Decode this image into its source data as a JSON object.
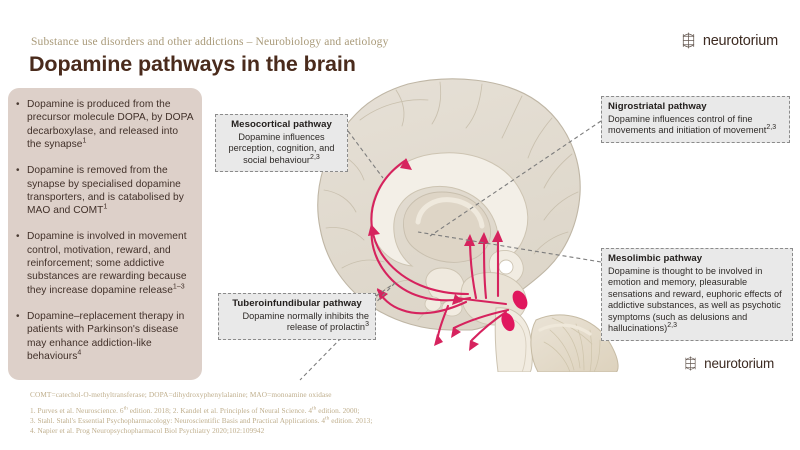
{
  "header": {
    "eyebrow": "Substance use disorders and other addictions – Neurobiology and aetiology",
    "title": "Dopamine pathways in the brain"
  },
  "brand": {
    "name": "neurotorium",
    "mark_icon": "neuron-tree-icon"
  },
  "side_panel": {
    "bullets": [
      {
        "text": "Dopamine is produced from the precursor molecule DOPA, by DOPA decarboxylase, and released into the synapse",
        "sup": "1"
      },
      {
        "text": "Dopamine is removed from the synapse by specialised dopamine transporters, and is catabolised by MAO and COMT",
        "sup": "1"
      },
      {
        "text": "Dopamine is involved in movement control, motivation, reward, and reinforcement; some addictive substances are rewarding because they increase dopamine release",
        "sup": "1–3"
      },
      {
        "text": "Dopamine–replacement therapy in patients with Parkinson's disease may enhance addiction-like behaviours",
        "sup": "4"
      }
    ]
  },
  "callouts": {
    "mesocortical": {
      "title": "Mesocortical pathway",
      "body": "Dopamine influences perception, cognition, and social behaviour",
      "sup": "2,3"
    },
    "nigrostriatal": {
      "title": "Nigrostriatal pathway",
      "body": "Dopamine influences control of fine movements and initiation of movement",
      "sup": "2,3"
    },
    "mesolimbic": {
      "title": "Mesolimbic pathway",
      "body": "Dopamine is thought to be involved in emotion and memory, pleasurable sensations and reward, euphoric effects of addictive substances, as well as psychotic symptoms (such as delusions and hallucinations)",
      "sup": "2,3"
    },
    "tuberoinfundibular": {
      "title": "Tuberoinfundibular pathway",
      "body": "Dopamine normally inhibits the release of prolactin",
      "sup": "3"
    }
  },
  "footer": {
    "abbreviations": "COMT=catechol-O-methyltransferase; DOPA=dihydroxyphenylalanine; MAO=monoamine oxidase",
    "references": [
      {
        "pre": "1. Purves et al. Neuroscience. 6",
        "sup": "th",
        "post": " edition. 2018; 2. Kandel et al. Principles of Neural Science. 4",
        "sup2": "th",
        "post2": " edition. 2000;"
      },
      {
        "pre": "3. Stahl. Stahl's Essential Psychopharmacology: Neuroscientific Basis and Practical Applications. 4",
        "sup": "th",
        "post": " edition. 2013;"
      },
      {
        "pre": "4. Napier et al. Prog Neuropsychopharmacol Biol Psychiatry 2020;102:109942"
      }
    ]
  },
  "colors": {
    "pathway": "#d6235e",
    "panel_bg": "#ddd0c9",
    "callout_bg": "#e9e9e9",
    "callout_border": "#8b8b8b",
    "title": "#4a2b1c",
    "eyebrow": "#a99a79",
    "footnote": "#bfae8c",
    "brain_fill": "#e2dcd2"
  }
}
